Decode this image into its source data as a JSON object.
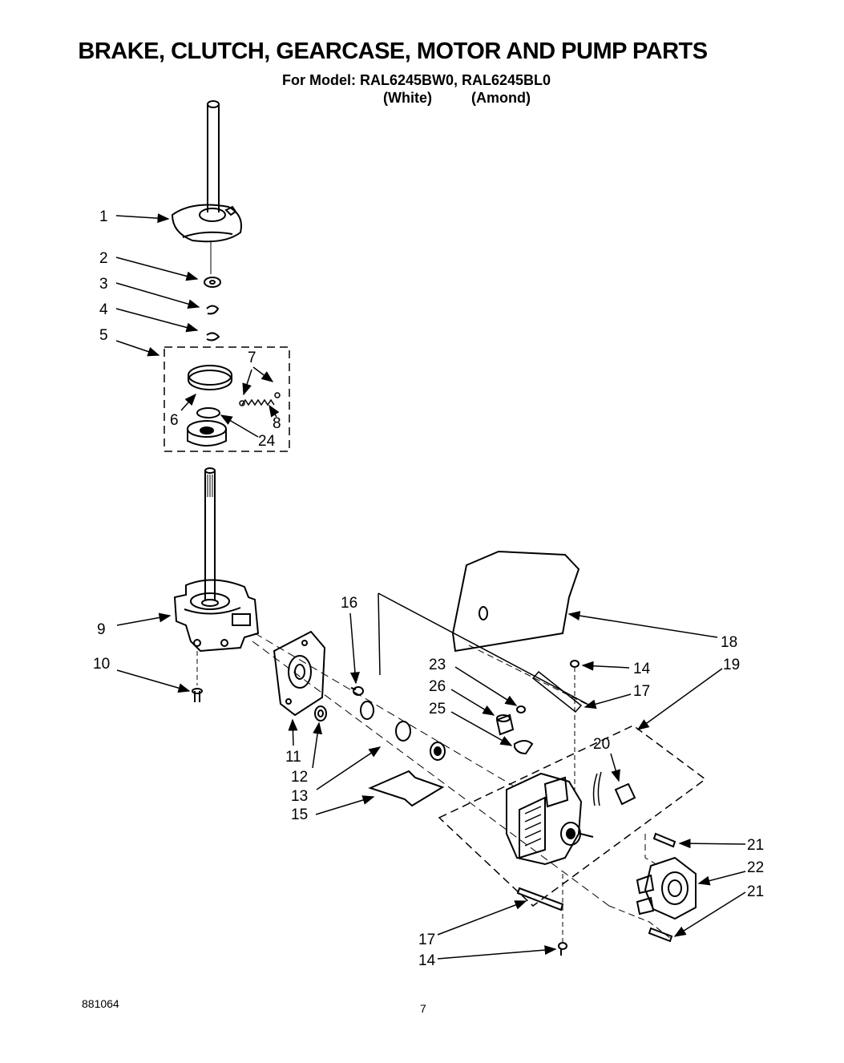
{
  "header": {
    "title": "BRAKE, CLUTCH, GEARCASE, MOTOR AND PUMP PARTS",
    "model_line": "For Model: RAL6245BW0, RAL6245BL0",
    "color_white": "(White)",
    "color_almond": "(Amond)"
  },
  "callouts": {
    "c1": "1",
    "c2": "2",
    "c3": "3",
    "c4": "4",
    "c5": "5",
    "c6": "6",
    "c7": "7",
    "c8": "8",
    "c24": "24",
    "c9": "9",
    "c10": "10",
    "c16": "16",
    "c18": "18",
    "c23": "23",
    "c26": "26",
    "c25": "25",
    "c14a": "14",
    "c17a": "17",
    "c19": "19",
    "c20": "20",
    "c11": "11",
    "c12": "12",
    "c13": "13",
    "c15": "15",
    "c21a": "21",
    "c22": "22",
    "c21b": "21",
    "c17b": "17",
    "c14b": "14"
  },
  "footer": {
    "doc_number": "881064",
    "page_number": "7"
  }
}
